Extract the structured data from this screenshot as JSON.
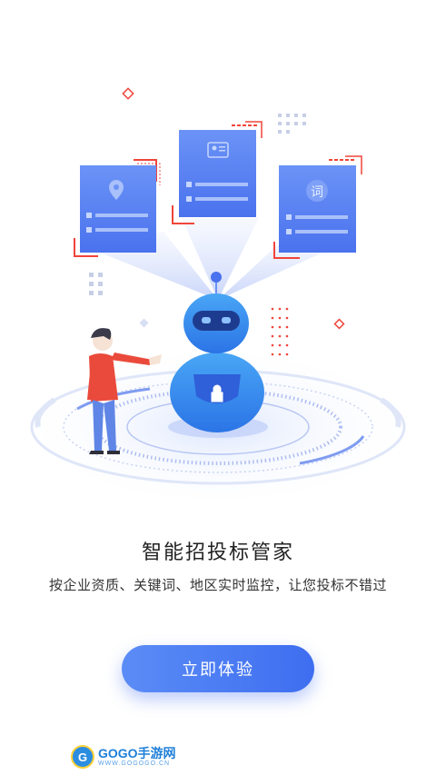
{
  "onboarding": {
    "title": "智能招投标管家",
    "subtitle": "按企业资质、关键词、地区实时监控，让您投标不错过",
    "cta_label": "立即体验"
  },
  "illustration": {
    "card_word_glyph": "词",
    "accent_color": "#3e6ef0",
    "highlight_color": "#f0453a"
  },
  "watermark": {
    "brand": "GOGO手游网",
    "url": "WWW.GOGOGO.CN"
  }
}
